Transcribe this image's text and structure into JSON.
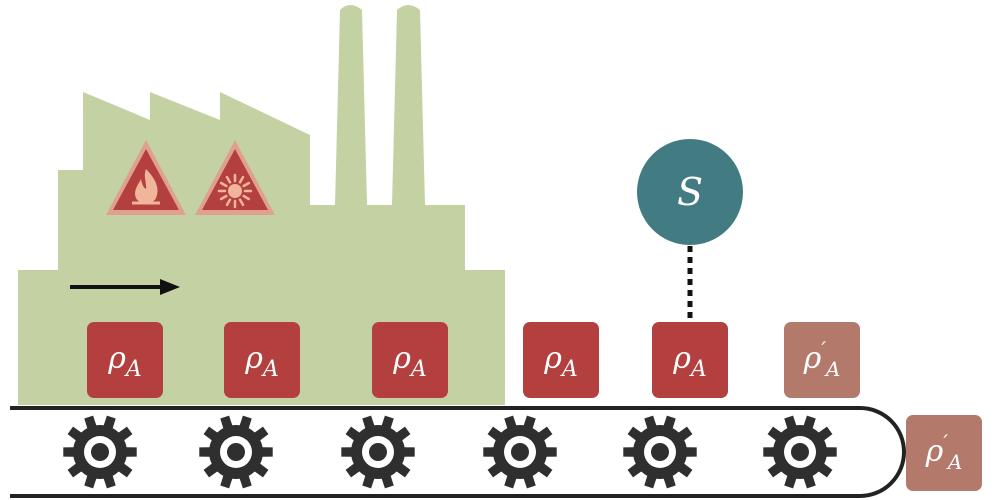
{
  "colors": {
    "factory": "#c3d1a3",
    "box": "#b3403e",
    "box_faded": "#b37a6c",
    "sensor": "#427c82",
    "hazard_fill": "#b3403e",
    "hazard_border": "#e0a08e",
    "gear": "#2f2f2f",
    "belt": "#222222",
    "arrow": "#111111"
  },
  "icons": {
    "hazard_left": "flammable-warning-icon",
    "hazard_right": "light-radiation-warning-icon",
    "flow_arrow": "right-arrow-icon",
    "gear": "gear-icon"
  },
  "sensor": {
    "label": "S"
  },
  "boxes": [
    {
      "label": "ρA",
      "primed": false,
      "faded": false
    },
    {
      "label": "ρA",
      "primed": false,
      "faded": false
    },
    {
      "label": "ρA",
      "primed": false,
      "faded": false
    },
    {
      "label": "ρA",
      "primed": false,
      "faded": false
    },
    {
      "label": "ρA",
      "primed": false,
      "faded": false
    },
    {
      "label": "ρ'A",
      "primed": true,
      "faded": true
    }
  ],
  "output_box": {
    "label": "ρ'A",
    "primed": true,
    "faded": true
  },
  "gear_count": 6
}
